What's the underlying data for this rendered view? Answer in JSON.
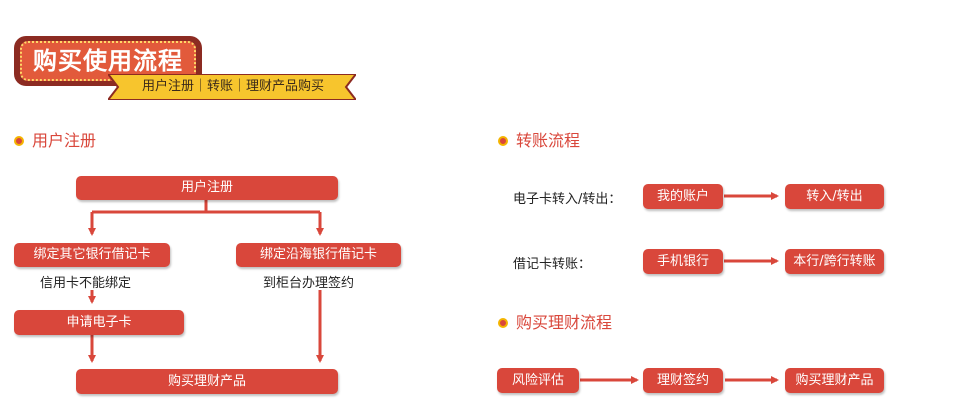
{
  "banner": {
    "title": "购买使用流程",
    "subtitle": "用户注册｜转账｜理财产品购买"
  },
  "register": {
    "heading": "用户注册",
    "top_box": "用户注册",
    "left_box": "绑定其它银行借记卡",
    "left_note": "信用卡不能绑定",
    "right_box": "绑定沿海银行借记卡",
    "right_note": "到柜台办理签约",
    "apply_box": "申请电子卡",
    "bottom_box": "购买理财产品"
  },
  "transfer": {
    "heading": "转账流程",
    "row1_label": "电子卡转入/转出：",
    "row1_box1": "我的账户",
    "row1_box2": "转入/转出",
    "row2_label": "借记卡转账：",
    "row2_box1": "手机银行",
    "row2_box2": "本行/跨行转账"
  },
  "purchase": {
    "heading": "购买理财流程",
    "step1": "风险评估",
    "step2": "理财签约",
    "step3": "购买理财产品"
  },
  "colors": {
    "accent": "#d9473b",
    "banner_dark": "#8c2b22",
    "ribbon": "#f7c52d",
    "bullet_ring": "#f4b400"
  }
}
